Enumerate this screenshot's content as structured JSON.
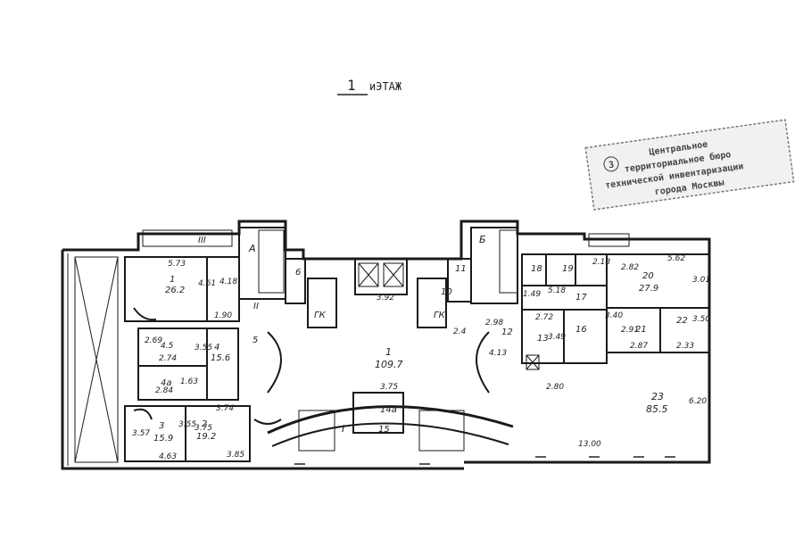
{
  "header": {
    "floor_number": "1",
    "floor_word": "иЭТАЖ"
  },
  "stamp": {
    "lines": [
      "Центральное",
      "территориальное бюро",
      "технической инвентаризации",
      "города Москвы"
    ],
    "mark": "3"
  },
  "stair_labels": {
    "a": "А",
    "b": "Б",
    "roman_3": "III",
    "roman_2": "II",
    "roman_1": "I"
  },
  "rooms": {
    "r1": {
      "num": "1",
      "area": "109.7"
    },
    "r1a": {
      "num": "1",
      "area": "26.2"
    },
    "r2": {
      "num": "2",
      "area": "19.2"
    },
    "r3": {
      "num": "3",
      "area": "15.9"
    },
    "r4": {
      "num": "4",
      "area": "15.6"
    },
    "r4a": {
      "num": "4а",
      "area": ""
    },
    "r5": {
      "num": "5"
    },
    "r6": {
      "num": "6"
    },
    "r10": {
      "num": "10"
    },
    "r11": {
      "num": "11"
    },
    "r12": {
      "num": "12"
    },
    "r13": {
      "num": "13"
    },
    "r14a": {
      "num": "14а"
    },
    "r15": {
      "num": "15"
    },
    "r16": {
      "num": "16"
    },
    "r17": {
      "num": "17"
    },
    "r18": {
      "num": "18"
    },
    "r19": {
      "num": "19"
    },
    "r20": {
      "num": "20",
      "area": "27.9"
    },
    "r21": {
      "num": "21"
    },
    "r22": {
      "num": "22"
    },
    "r23": {
      "num": "23",
      "area": "85.5"
    }
  },
  "wc_labels": {
    "left": "ГК",
    "right": "ГК"
  },
  "dims": {
    "d1": "5.73",
    "d2": "4.18",
    "d3": "4.61",
    "d4": "1.90",
    "d5": "2.69",
    "d6": "4.5",
    "d7": "2.74",
    "d8": "3.55",
    "d9": "2.84",
    "d10": "1.63",
    "d11": "3.74",
    "d12": "3.57",
    "d13": "3.55",
    "d14": "3.75",
    "d15": "4.63",
    "d16": "3.85",
    "d17": "3.92",
    "d18": "3.75",
    "d19": "2.98",
    "d20": "4.13",
    "d21": "2.72",
    "d22": "3.49",
    "d23": "5.18",
    "d24": "1.49",
    "d25": "2.18",
    "d26": "2.82",
    "d27": "5.62",
    "d28": "3.01",
    "d29": "3.40",
    "d30": "2.91",
    "d31": "3.50",
    "d32": "2.87",
    "d33": "2.33",
    "d34": "2.80",
    "d35": "6.20",
    "d36": "13.00",
    "d37": "2.4"
  }
}
